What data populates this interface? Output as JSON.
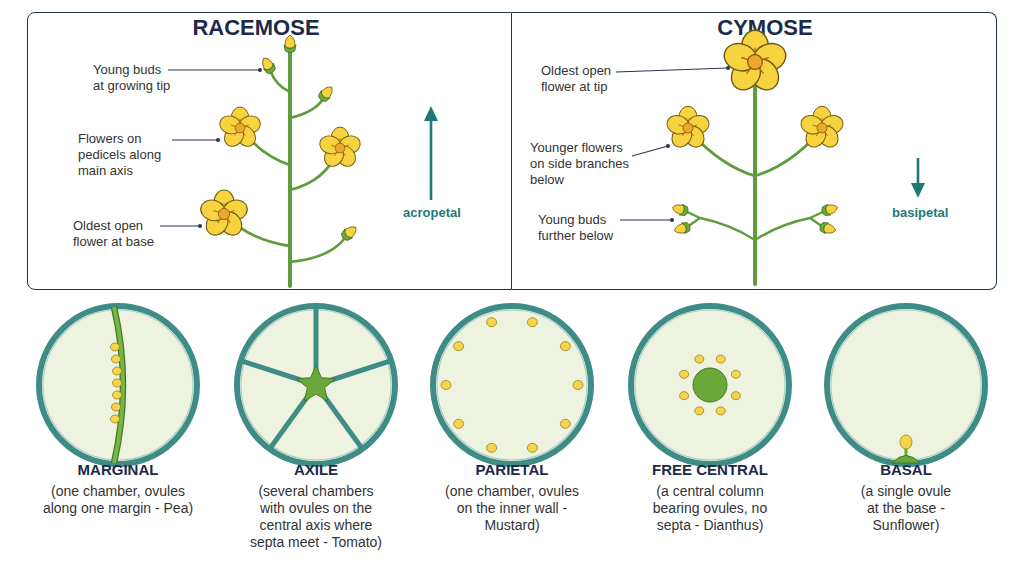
{
  "diagram": {
    "nodes": [
      {
        "text": [
          "RACEMOSE",
          "Young buds at growing tip",
          "Flowers on pedicels along main axis",
          "Oldest open flower at base",
          "acropetal"
        ]
      },
      {
        "text": [
          "CYMOSE",
          "Oldest open flower at tip",
          "Younger flowers on side branches below",
          "Young buds further below",
          "basipetal"
        ]
      },
      {
        "text": [
          "MARGINAL",
          "(one chamber, ovules along one margin - Pea)"
        ]
      },
      {
        "text": [
          "AXILE",
          "(several chambers with ovules on the central axis where septa meet - Tomato)"
        ]
      },
      {
        "text": [
          "PARIETAL",
          "(one chamber, ovules on the inner wall - Mustard)"
        ]
      },
      {
        "text": [
          "FREE CENTRAL",
          "(a central column bearing ovules, no septa - Dianthus)"
        ]
      },
      {
        "text": [
          "BASAL",
          "(a single ovule at the base - Sunflower)"
        ]
      }
    ]
  }
}
